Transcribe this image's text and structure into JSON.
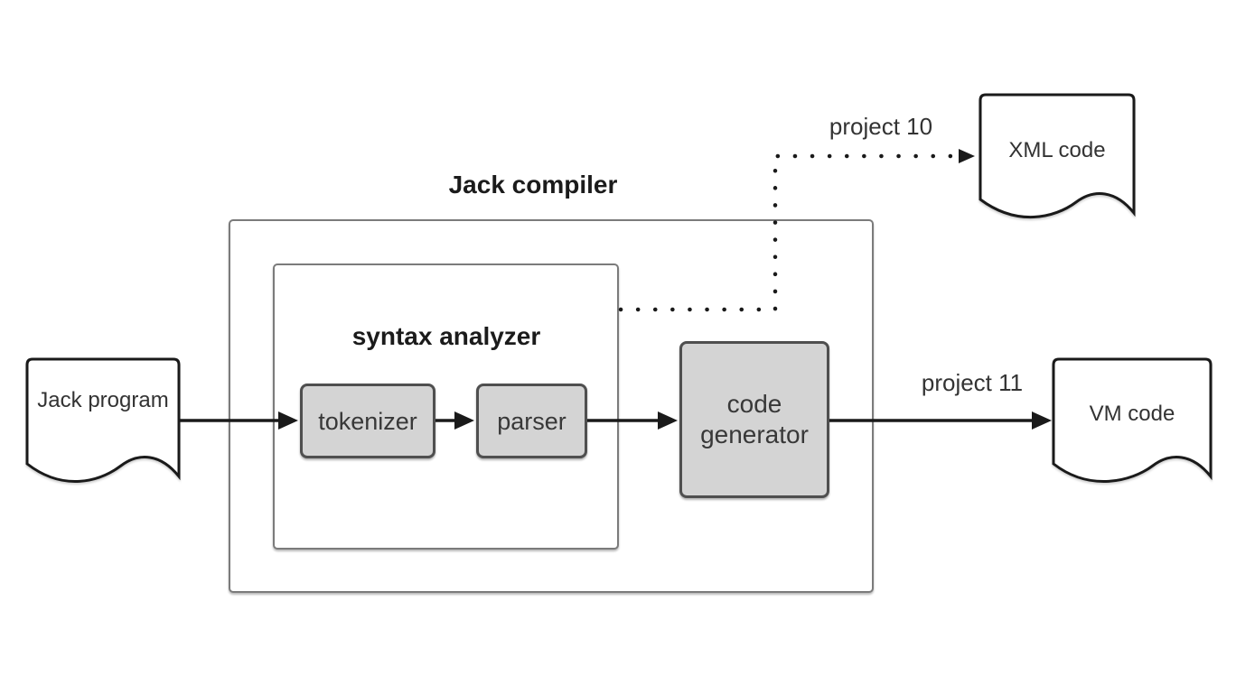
{
  "diagram": {
    "outer": {
      "label": "Jack compiler"
    },
    "inner": {
      "label": "syntax analyzer"
    },
    "modules": {
      "tokenizer": {
        "label": "tokenizer"
      },
      "parser": {
        "label": "parser"
      },
      "code_generator": {
        "label": "code generator"
      }
    },
    "documents": {
      "jack_program": {
        "label": "Jack program"
      },
      "xml_code": {
        "label": "XML code"
      },
      "vm_code": {
        "label": "VM code"
      }
    },
    "edges": {
      "project10": {
        "label": "project 10",
        "style": "dotted",
        "from": "syntax analyzer",
        "to": "XML code"
      },
      "project11": {
        "label": "project 11",
        "style": "solid",
        "from": "code generator",
        "to": "VM code"
      }
    },
    "colors": {
      "background": "#ffffff",
      "module_fill": "#d4d4d4",
      "module_border": "#4f4f4f",
      "container_border": "#7b7b7b",
      "arrow": "#1a1a1a",
      "text": "#333333"
    }
  }
}
